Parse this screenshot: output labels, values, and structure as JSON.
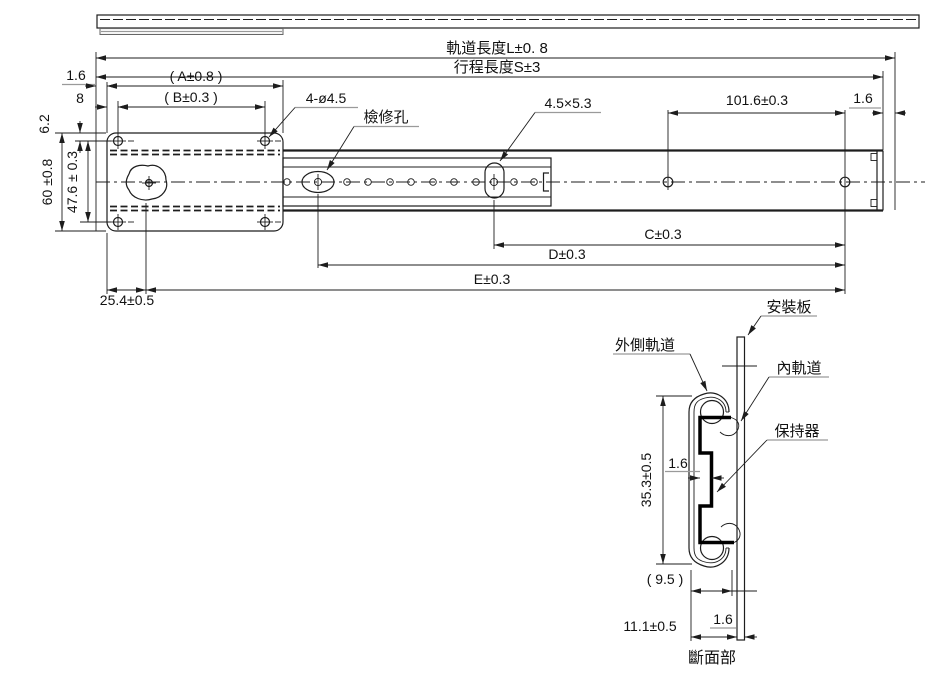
{
  "colors": {
    "line": "#1d1d1d",
    "label_underline": "#9a9a9a",
    "background": "#ffffff"
  },
  "main_view": {
    "dims": {
      "rail_length": "軌道長度L±0. 8",
      "travel_length": "行程長度S±3",
      "left_gap": "1.6",
      "dim_a": "( A±0.8 )",
      "dim_b": "( B±0.3 )",
      "edge_to_hole": "8",
      "top_offset": "6.2",
      "height": "60 ±0.8",
      "hole_span": "47.6 ± 0.3",
      "holes_callout": "4-ø4.5",
      "inspection_hole": "檢修孔",
      "slot_callout": "4.5×5.3",
      "hole_pitch": "101.6±0.3",
      "right_gap": "1.6",
      "cam_offset": "25.4±0.5",
      "dim_c": "C±0.3",
      "dim_d": "D±0.3",
      "dim_e": "E±0.3"
    }
  },
  "section_view": {
    "labels": {
      "mounting_plate": "安裝板",
      "outer_rail": "外側軌道",
      "inner_rail": "內軌道",
      "retainer": "保持器"
    },
    "dims": {
      "height": "35.3±0.5",
      "thickness": "1.6",
      "inner_width": "( 9.5 )",
      "total_width": "11.1±0.5",
      "plate_thickness": "1.6"
    },
    "caption": "斷面部"
  }
}
